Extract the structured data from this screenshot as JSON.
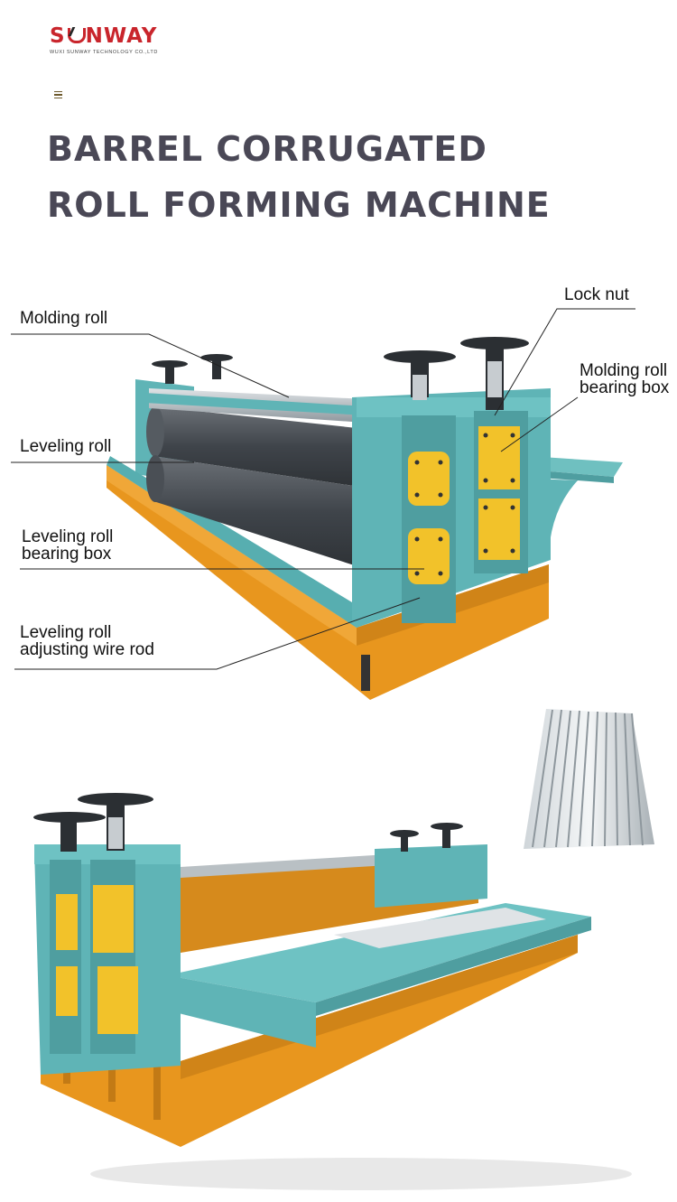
{
  "brand": {
    "name_part1": "S",
    "name_part2": "NWAY",
    "tagline": "WUXI SUNWAY TECHNOLOGY CO.,LTD",
    "color": "#c9252c"
  },
  "nav": {
    "menu_icon": "hamburger-icon"
  },
  "page": {
    "title_line1": "BARREL CORRUGATED",
    "title_line2": "ROLL FORMING MACHINE"
  },
  "diagram": {
    "labels": {
      "molding_roll": "Molding roll",
      "lock_nut": "Lock nut",
      "molding_roll_bearing_box": "Molding roll\nbearing box",
      "leveling_roll": "Leveling roll",
      "leveling_roll_bearing_box": "Leveling roll\nbearing box",
      "leveling_roll_adjusting_wire_rod": "Leveling roll\nadjusting wire rod"
    }
  },
  "colors": {
    "machine_teal": "#5fb4b6",
    "base_orange": "#e8961e",
    "bearing_yellow": "#f2c22a",
    "roll_dark": "#4a4f55",
    "title": "#4a4856"
  }
}
